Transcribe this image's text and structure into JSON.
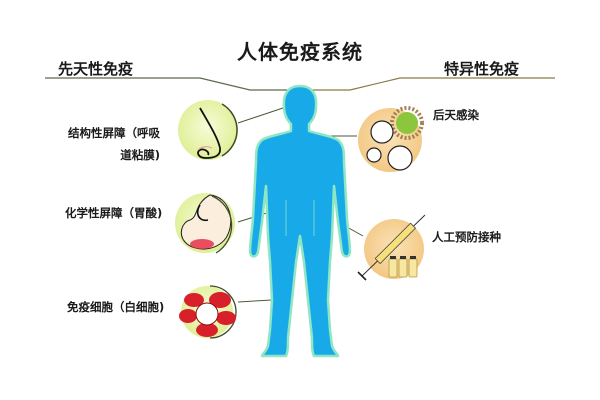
{
  "title": "人体免疫系统",
  "categories": {
    "innate": "先天性免疫",
    "adaptive": "特异性免疫"
  },
  "innate_items": [
    {
      "label_line1": "结构性屏障（呼吸",
      "label_line2": "道粘膜)",
      "icon": "nose-icon"
    },
    {
      "label": "化学性屏障（胃酸)",
      "icon": "stomach-icon"
    },
    {
      "label": "免疫细胞（白细胞)",
      "icon": "white-blood-cell-icon"
    }
  ],
  "adaptive_items": [
    {
      "label": "后天感染",
      "icon": "virus-infection-icon"
    },
    {
      "label": "人工预防接种",
      "icon": "vaccine-syringe-icon"
    }
  ],
  "colors": {
    "body": "#1aa9e6",
    "body_outline": "#7fe0c8",
    "innate_circle": "#e6f2a6",
    "adaptive_circle": "#f6d39a",
    "cell_red": "#d8202a",
    "line": "#4a5a3a"
  }
}
